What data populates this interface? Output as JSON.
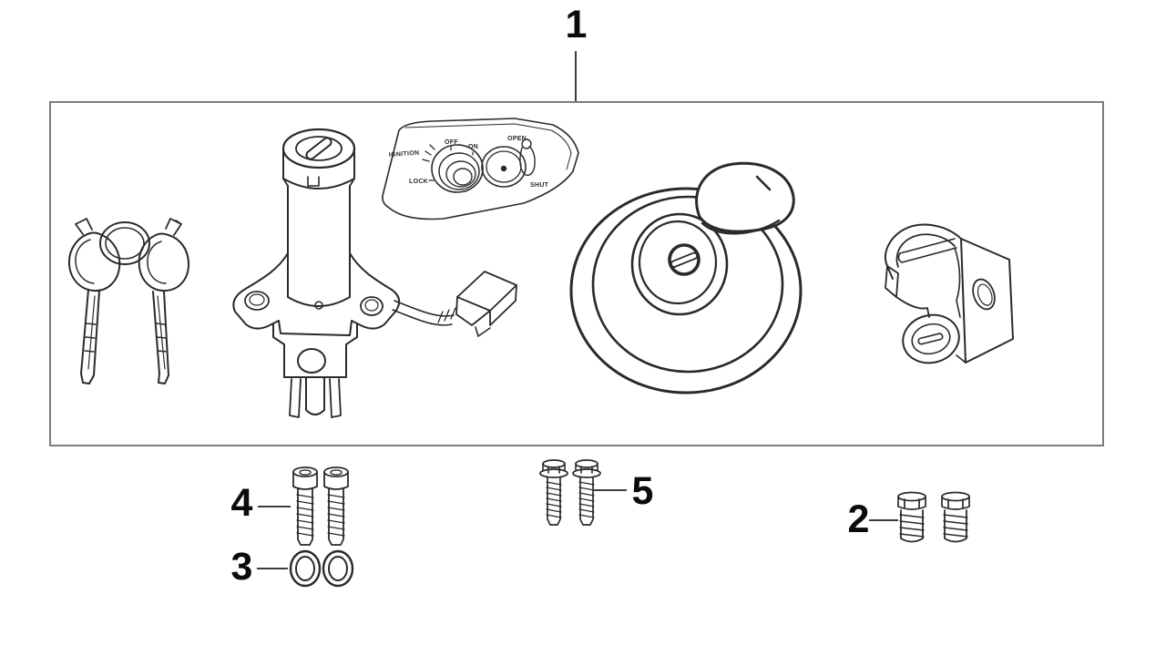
{
  "diagram": {
    "colors": {
      "background": "#ffffff",
      "line": "#2a2a2a",
      "box-border": "#7c7c7c",
      "leader": "#3d3d3d",
      "label": "#0b0b0b"
    },
    "callouts": {
      "c1": {
        "label": "1",
        "part": "lock-set-assembly"
      },
      "c2": {
        "label": "2",
        "part": "hex-bolts"
      },
      "c3": {
        "label": "3",
        "part": "washers"
      },
      "c4": {
        "label": "4",
        "part": "socket-head-bolts"
      },
      "c5": {
        "label": "5",
        "part": "flange-bolts"
      }
    },
    "plate_labels": {
      "ignition": "IGNITION",
      "off": "OFF",
      "on": "ON",
      "lock": "LOCK",
      "open": "OPEN",
      "shut": "SHUT"
    },
    "parts": [
      {
        "icon": "keys-icon"
      },
      {
        "icon": "ignition-switch-icon"
      },
      {
        "icon": "switch-indicator-plate-icon"
      },
      {
        "icon": "fuel-tank-cap-icon"
      },
      {
        "icon": "seat-lock-icon"
      },
      {
        "icon": "socket-head-bolts-icon"
      },
      {
        "icon": "washers-icon"
      },
      {
        "icon": "flange-bolts-icon"
      },
      {
        "icon": "hex-bolts-icon"
      }
    ]
  }
}
